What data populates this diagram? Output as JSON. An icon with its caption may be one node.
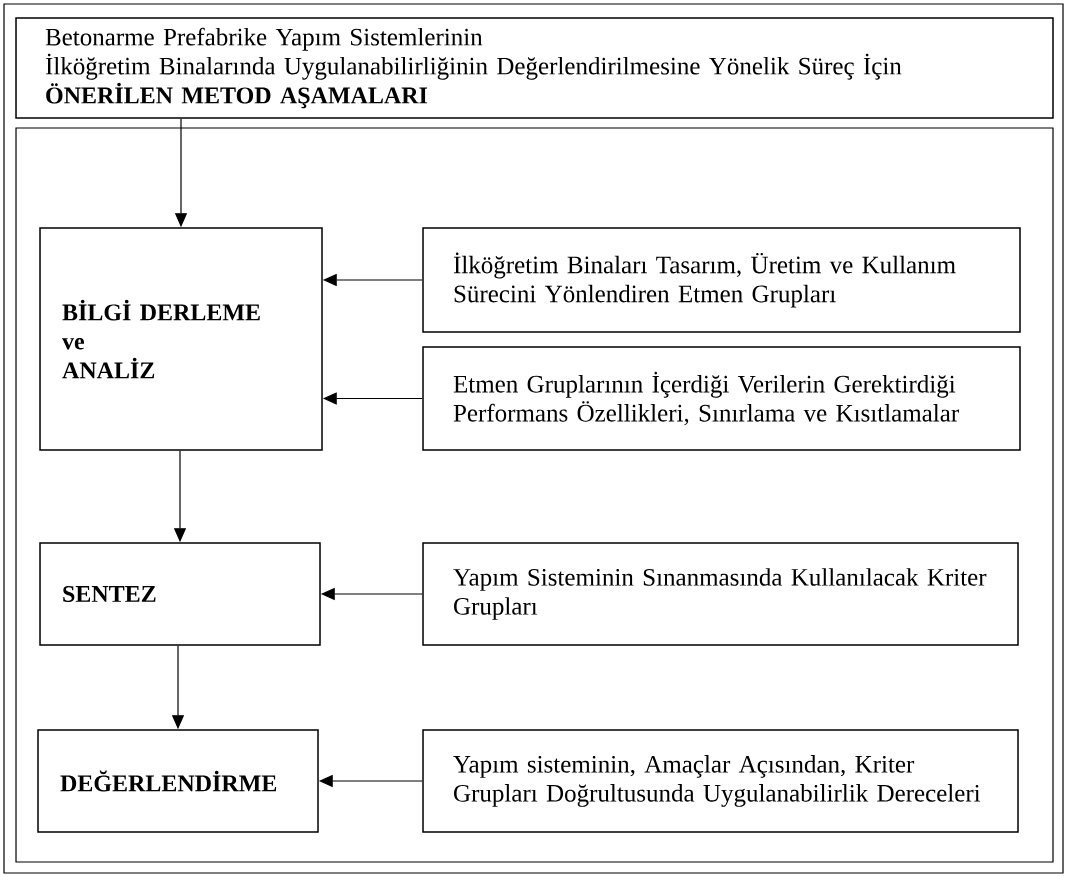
{
  "diagram": {
    "nodes": [
      {
        "text": [
          "Betonarme Prefabrike Yapım Sistemlerinin",
          "İlköğretim Binalarında Uygulanabilirliğinin Değerlendirilmesine Yönelik Süreç İçin",
          "ÖNERİLEN METOD AŞAMALARI"
        ]
      },
      {
        "text": [],
        "shape": "box"
      },
      {
        "text": [
          "BİLGİ DERLEME",
          "ve",
          "ANALİZ"
        ],
        "in": 1
      },
      {
        "text": [
          "İlköğretim Binaları Tasarım, Üretim ve Kullanım Sürecini Yönlendiren Etmen Grupları"
        ],
        "in": 1
      },
      {
        "text": [
          "Etmen Gruplarının İçerdiği Verilerin Gerektirdiği Performans Özellikleri, Sınırlama ve Kısıtlamalar"
        ],
        "in": 1
      },
      {
        "text": [
          "SENTEZ"
        ],
        "in": 1
      },
      {
        "text": [
          "Yapım Sisteminin Sınanmasında Kullanılacak Kriter Grupları"
        ],
        "in": 1
      },
      {
        "text": [
          "DEĞERLENDİRME"
        ],
        "in": 1
      },
      {
        "text": [
          "Yapım sisteminin, Amaçlar Açısından, Kriter Grupları Doğrultusunda Uygulanabilirlik Dereceleri"
        ],
        "in": 1
      }
    ],
    "edges": [
      {
        "from": 0,
        "to": 2,
        "arrow": "to"
      },
      {
        "from": 3,
        "to": 2,
        "arrow": "to"
      },
      {
        "from": 4,
        "to": 2,
        "arrow": "to"
      },
      {
        "from": 2,
        "to": 5,
        "arrow": "to"
      },
      {
        "from": 6,
        "to": 5,
        "arrow": "to"
      },
      {
        "from": 5,
        "to": 7,
        "arrow": "to"
      },
      {
        "from": 8,
        "to": 7,
        "arrow": "to"
      }
    ]
  }
}
